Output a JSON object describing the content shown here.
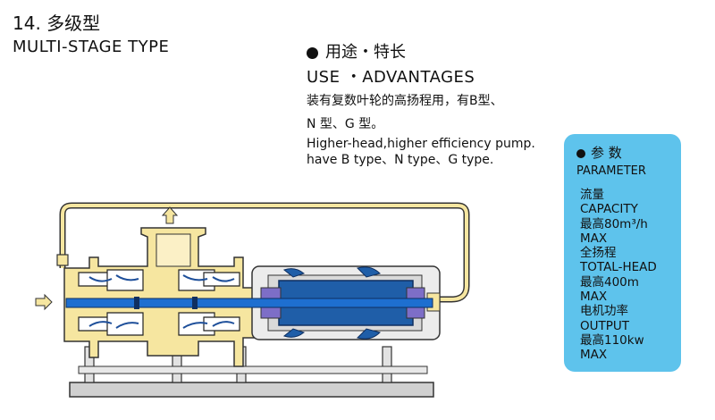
{
  "title": {
    "cn": "14. 多级型",
    "en": "MULTI-STAGE TYPE"
  },
  "use": {
    "heading_cn": "用途・特长",
    "heading_en": "USE ・ADVANTAGES",
    "desc_cn_line1": "装有复数叶轮的高扬程用，有B型、",
    "desc_cn_line2": "N 型、G 型。",
    "desc_en_line1": "Higher-head,higher efficiency pump.",
    "desc_en_line2": "have B type、N type、G type."
  },
  "parameter": {
    "heading_cn": "参 数",
    "heading_en": "PARAMETER",
    "items": [
      "流量",
      "CAPACITY",
      "最高80m³/h",
      "MAX",
      "全扬程",
      "TOTAL-HEAD",
      "最高400m",
      "MAX",
      "电机功率",
      "OUTPUT",
      "最高110kw",
      "MAX"
    ]
  },
  "colors": {
    "casing": "#f6e6a0",
    "shaft": "#1e6fd0",
    "motor": "#1f5ea8",
    "param_box": "#5ec3ec",
    "frame": "#cfcfcf"
  },
  "icons": [
    "inlet-arrow-icon",
    "outlet-arrow-icon"
  ]
}
